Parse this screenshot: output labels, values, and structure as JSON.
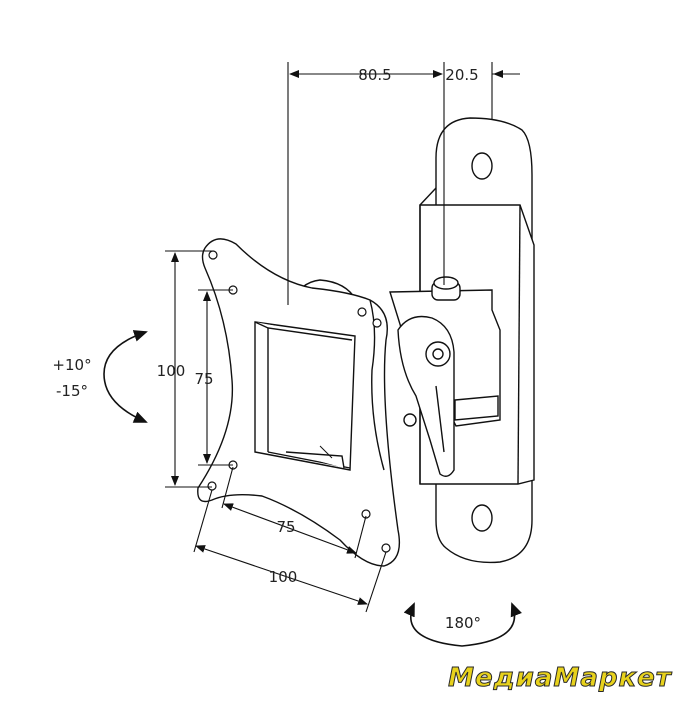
{
  "dimensions": {
    "top_width": "80.5",
    "top_offset": "20.5",
    "vesa_height_outer": "100",
    "vesa_height_inner": "75",
    "vesa_width_inner": "75",
    "vesa_width_outer": "100"
  },
  "rotation": {
    "tilt_up": "+10°",
    "tilt_down": "-15°",
    "swivel": "180°"
  },
  "brand": {
    "logo_text": "МедиаМаркет",
    "logo_color": "#e8d21c"
  }
}
